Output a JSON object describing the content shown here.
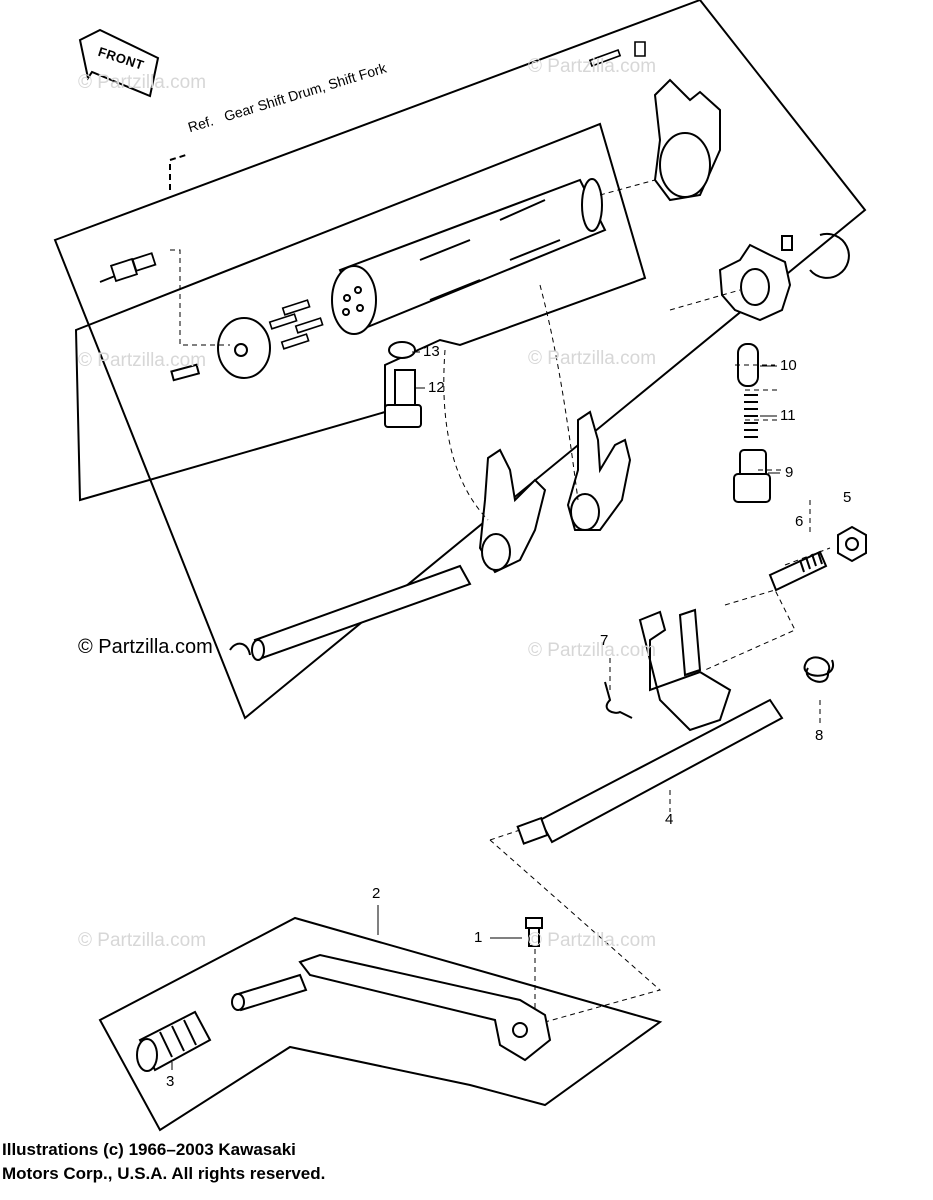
{
  "diagram": {
    "ref_prefix": "Ref.",
    "ref_title": "Gear Shift Drum, Shift Fork",
    "front_label": "FRONT",
    "callouts": [
      {
        "id": "1",
        "text": "1"
      },
      {
        "id": "2",
        "text": "2"
      },
      {
        "id": "3",
        "text": "3"
      },
      {
        "id": "4",
        "text": "4"
      },
      {
        "id": "5",
        "text": "5"
      },
      {
        "id": "6",
        "text": "6"
      },
      {
        "id": "7",
        "text": "7"
      },
      {
        "id": "8",
        "text": "8"
      },
      {
        "id": "9",
        "text": "9"
      },
      {
        "id": "10",
        "text": "10"
      },
      {
        "id": "11",
        "text": "11"
      },
      {
        "id": "12",
        "text": "12"
      },
      {
        "id": "13",
        "text": "13"
      }
    ]
  },
  "watermarks": {
    "small": "© Partzilla.com",
    "large": "© Partzilla.com"
  },
  "footer": {
    "line1": "Illustrations (c) 1966–2003 Kawasaki",
    "line2": "Motors Corp., U.S.A.  All rights reserved."
  }
}
